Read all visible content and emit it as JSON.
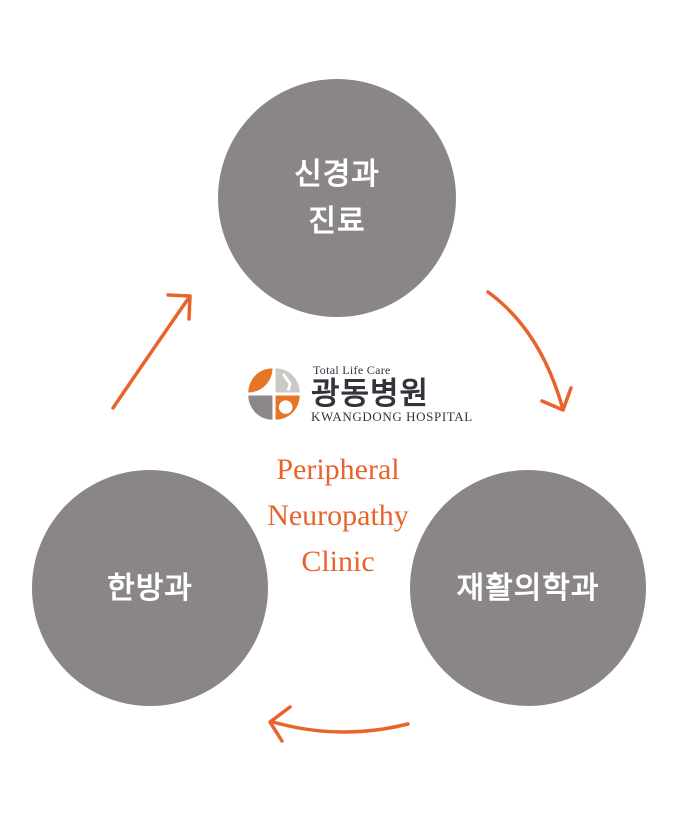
{
  "diagram": {
    "title_lines": [
      "Peripheral",
      "Neuropathy",
      "Clinic"
    ],
    "nodes": [
      {
        "id": "neurology",
        "label_lines": [
          "신경과",
          "진료"
        ]
      },
      {
        "id": "oriental-medicine",
        "label_lines": [
          "한방과"
        ]
      },
      {
        "id": "rehabilitation-medicine",
        "label_lines": [
          "재활의학과"
        ]
      }
    ],
    "logo": {
      "tagline": "Total Life Care",
      "name_ko": "광동병원",
      "name_en": "KWANGDONG HOSPITAL"
    },
    "colors": {
      "circle_gray": "#8a8589",
      "orange": "#e8642c",
      "logo_orange": "#e87427",
      "logo_light_gray": "#cbc9c6",
      "logo_dark_gray": "#8d8789",
      "logo_text_dark": "#32333b"
    }
  }
}
